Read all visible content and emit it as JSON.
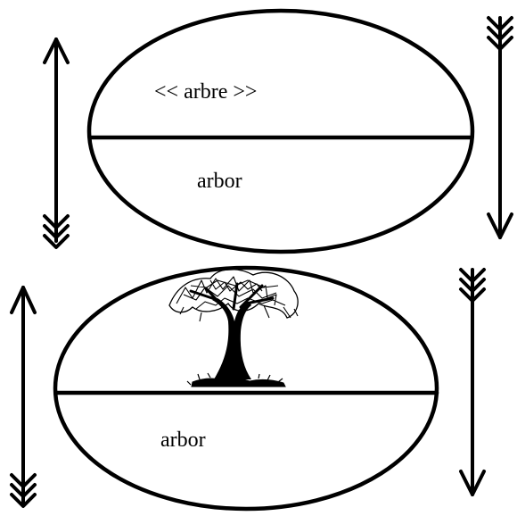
{
  "signs": [
    {
      "signified": "<< arbre >>",
      "signifier": "arbor",
      "signified_kind": "text"
    },
    {
      "signified": "tree-picture",
      "signifier": "arbor",
      "signified_kind": "image"
    }
  ],
  "arrows": [
    {
      "direction": "up"
    },
    {
      "direction": "down"
    },
    {
      "direction": "up"
    },
    {
      "direction": "down"
    }
  ]
}
